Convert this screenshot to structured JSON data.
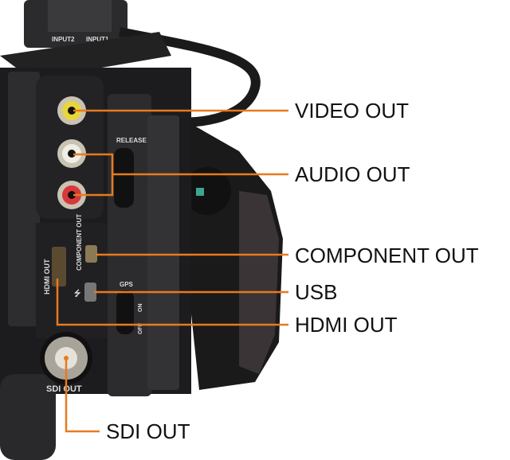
{
  "callouts": [
    {
      "id": "video-out",
      "label": "VIDEO OUT"
    },
    {
      "id": "audio-out",
      "label": "AUDIO OUT"
    },
    {
      "id": "component-out",
      "label": "COMPONENT OUT"
    },
    {
      "id": "usb",
      "label": "USB"
    },
    {
      "id": "hdmi-out",
      "label": "HDMI OUT"
    },
    {
      "id": "sdi-out",
      "label": "SDI OUT"
    }
  ],
  "camera_markings": {
    "release": "RELEASE",
    "gps": "GPS",
    "on": "ON",
    "off": "OFF",
    "hdmi": "HDMI OUT",
    "component": "COMPONENT OUT",
    "sdi": "SDI OUT",
    "input1": "INPUT1",
    "input2": "INPUT2"
  },
  "colors": {
    "callout_line": "#e87a1e",
    "body": "#1c1c1e",
    "panel": "#2a2a2c"
  }
}
